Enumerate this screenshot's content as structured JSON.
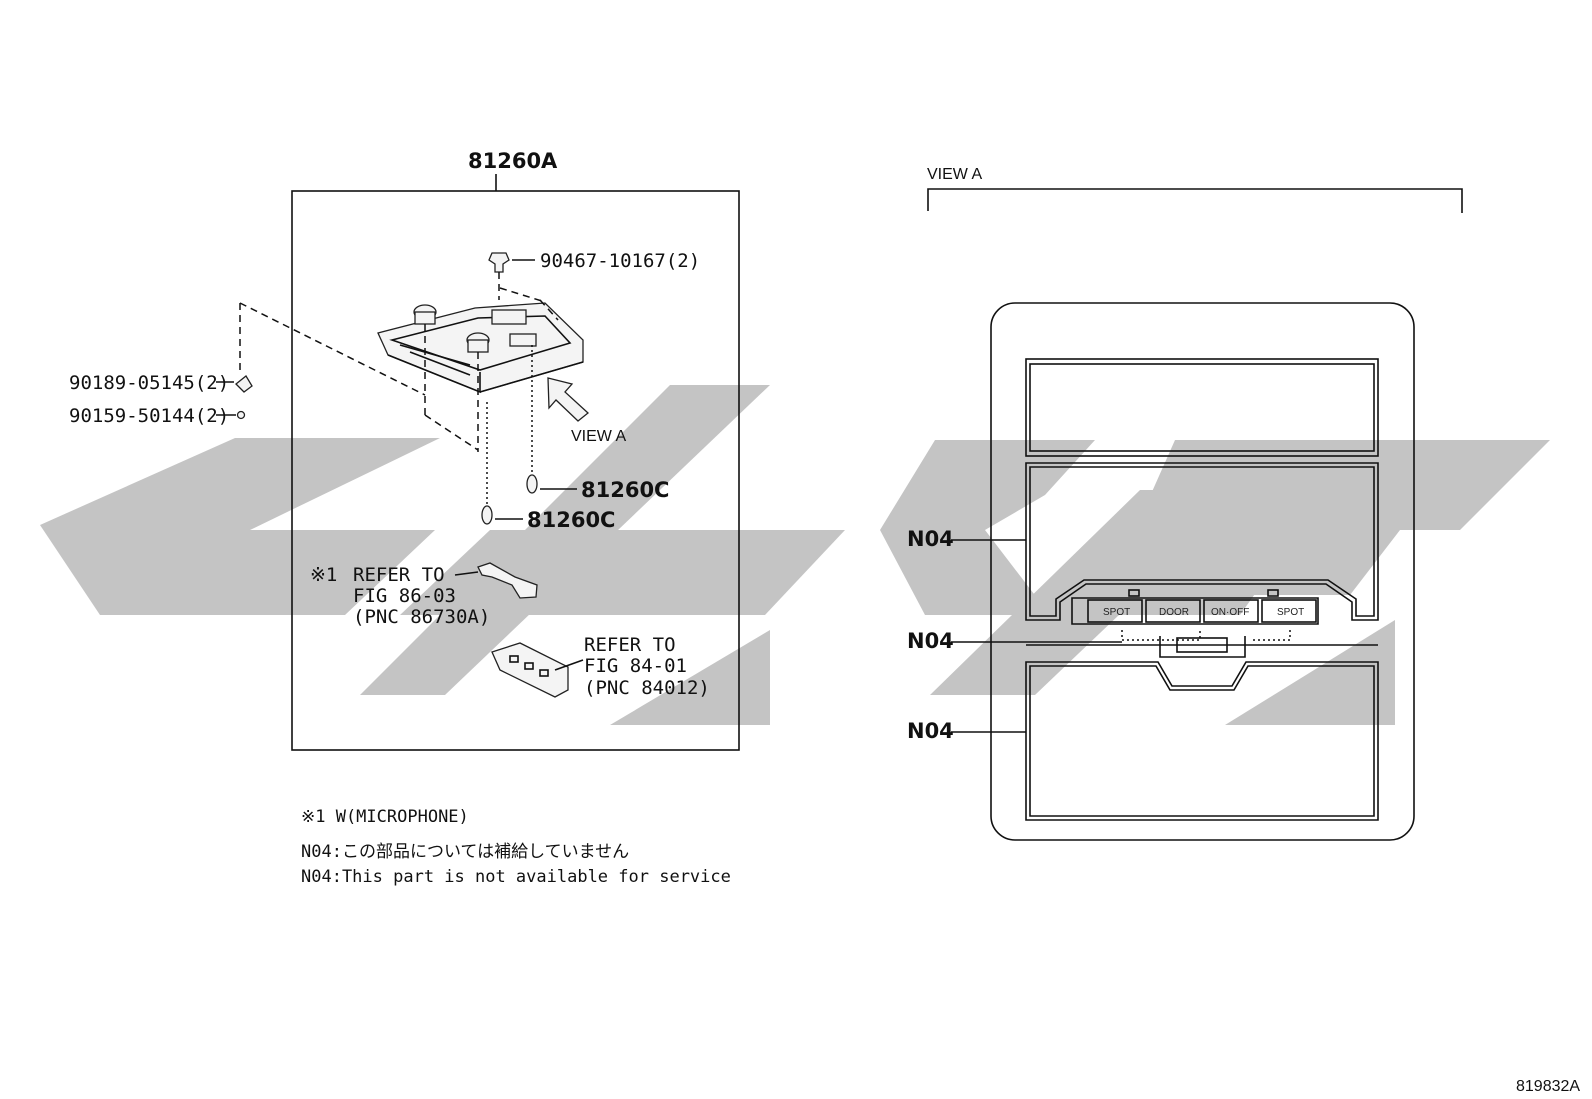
{
  "main_callout": "81260A",
  "view_a": {
    "left_label": "VIEW A",
    "right_label": "VIEW A"
  },
  "parts": {
    "clip_90467": "90467-10167(2)",
    "nut_90189": "90189-05145(2)",
    "screw_90159": "90159-50144(2)",
    "bulb_upper": "81260C",
    "bulb_lower": "81260C"
  },
  "refer_86": {
    "mark": "※1",
    "line1": "REFER TO",
    "line2": "FIG 86-03",
    "line3": "(PNC 86730A)"
  },
  "refer_84": {
    "line1": "REFER TO",
    "line2": "FIG 84-01",
    "line3": "(PNC 84012)"
  },
  "notes": {
    "microphone": "※1  W(MICROPHONE)",
    "n04_jp": "N04:この部品については補給していません",
    "n04_en": "N04:This part is not available for service"
  },
  "n04_callouts": [
    "N04",
    "N04",
    "N04"
  ],
  "buttons": [
    "SPOT",
    "DOOR",
    "ON·OFF",
    "SPOT"
  ],
  "figure_id": "819832A"
}
